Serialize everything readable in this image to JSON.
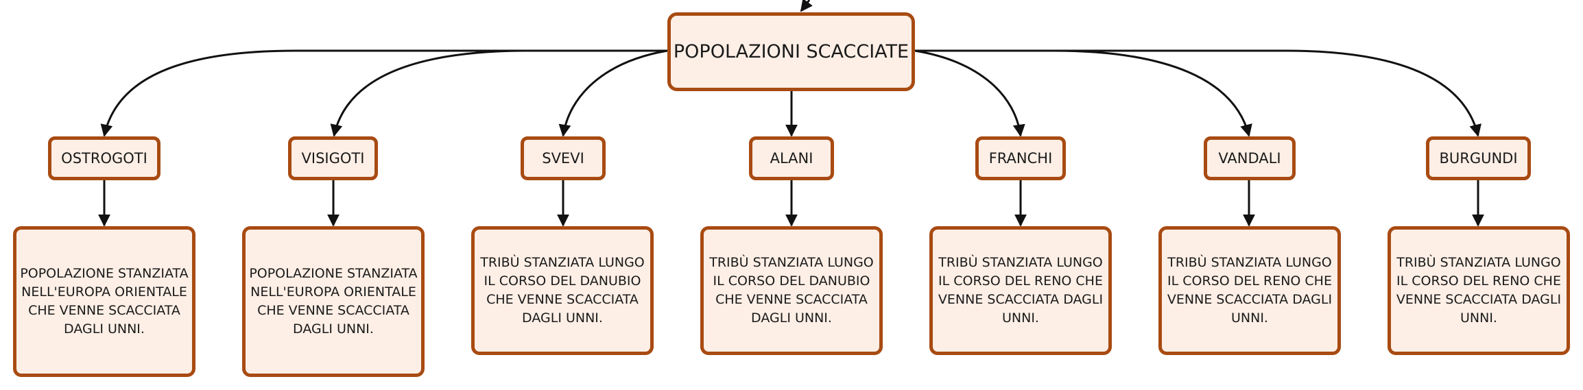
{
  "map": {
    "root": "POPOLAZIONI SCACCIATE",
    "tribes": [
      {
        "name": "OSTROGOTI",
        "description": "POPOLAZIONE STANZIATA NELL'EUROPA ORIENTALE CHE VENNE SCACCIATA DAGLI UNNI."
      },
      {
        "name": "VISIGOTI",
        "description": "POPOLAZIONE STANZIATA NELL'EUROPA ORIENTALE CHE VENNE SCACCIATA DAGLI UNNI."
      },
      {
        "name": "SVEVI",
        "description": "TRIBÙ STANZIATA LUNGO IL CORSO DEL DANUBIO CHE VENNE SCACCIATA DAGLI UNNI."
      },
      {
        "name": "ALANI",
        "description": "TRIBÙ STANZIATA LUNGO IL CORSO DEL DANUBIO CHE VENNE SCACCIATA DAGLI UNNI."
      },
      {
        "name": "FRANCHI",
        "description": "TRIBÙ STANZIATA LUNGO IL CORSO DEL RENO CHE VENNE SCACCIATA DAGLI UNNI."
      },
      {
        "name": "VANDALI",
        "description": "TRIBÙ STANZIATA LUNGO IL CORSO DEL RENO CHE VENNE SCACCIATA DAGLI UNNI."
      },
      {
        "name": "BURGUNDI",
        "description": "TRIBÙ STANZIATA LUNGO IL CORSO DEL RENO CHE VENNE SCACCIATA DAGLI UNNI."
      }
    ]
  },
  "colors": {
    "node_fill": "#fdefe6",
    "node_border": "#a84b12",
    "edge": "#111111"
  }
}
